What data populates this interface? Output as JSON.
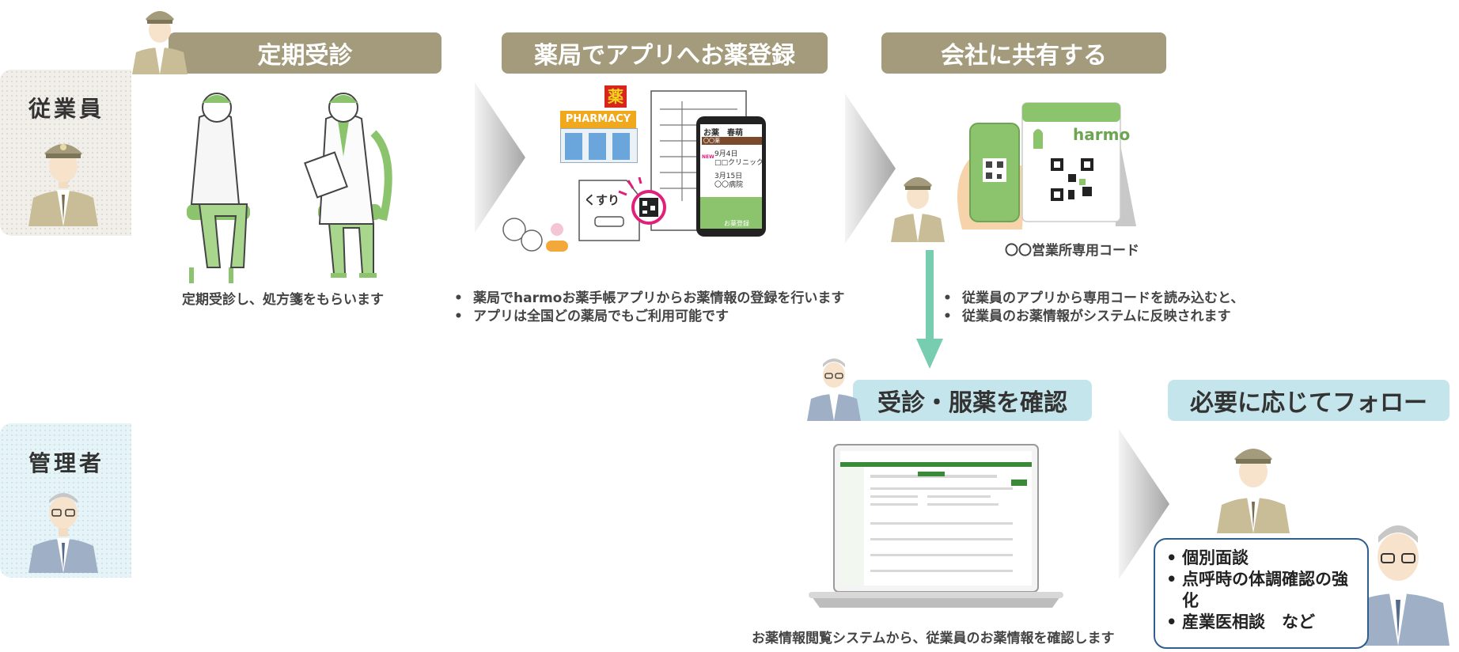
{
  "roles": {
    "employee": "従業員",
    "manager": "管理者"
  },
  "steps": {
    "visit": {
      "title": "定期受診",
      "caption": "定期受診し、処方箋をもらいます"
    },
    "pharmacy": {
      "title": "薬局でアプリへお薬登録",
      "bullets": [
        "薬局でharmoお薬手帳アプリからお薬情報の登録を行います",
        "アプリは全国どの薬局でもご利用可能です"
      ],
      "store_sign": "PHARMACY",
      "store_kanji": "薬",
      "bag_label": "くすり",
      "phone": {
        "name": "お薬　春萌",
        "date1": "9月4日",
        "new": "NEW",
        "clinic": "□□クリニック",
        "date2": "3月15日",
        "hospital": "〇〇病院",
        "register": "お薬登録",
        "banner": "〇〇薬"
      }
    },
    "share": {
      "title": "会社に共有する",
      "code_caption": "〇〇営業所専用コード",
      "brand": "harmo",
      "bullets": [
        "従業員のアプリから専用コードを読み込むと、",
        "従業員のお薬情報がシステムに反映されます"
      ]
    },
    "confirm": {
      "title": "受診・服薬を確認",
      "caption": "お薬情報閲覧システムから、従業員のお薬情報を確認します"
    },
    "follow": {
      "title": "必要に応じてフォロー",
      "items": [
        "個別面談",
        "点呼時の体調確認の強化",
        "産業医相談　など"
      ]
    }
  },
  "colors": {
    "olive": "#a39b7b",
    "teal": "#c4e5eb",
    "green": "#8cc46e",
    "arrow": "#76cdb0",
    "magenta": "#e0207a",
    "navy": "#2f5f8f"
  }
}
